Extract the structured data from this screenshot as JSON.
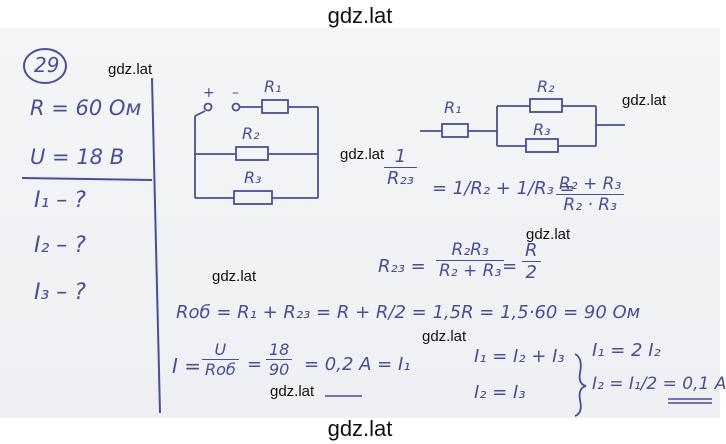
{
  "watermarks": {
    "top": "gdz.lat",
    "bottom": "gdz.lat",
    "small": [
      "gdz.lat",
      "gdz.lat",
      "gdz.lat",
      "gdz.lat",
      "gdz.lat",
      "gdz.lat",
      "gdz.lat"
    ]
  },
  "problem": {
    "number": "29",
    "given": [
      "R = 60 Ом",
      "U = 18 В"
    ],
    "unknowns": [
      "I₁ – ?",
      "I₂ – ?",
      "I₃ – ?"
    ]
  },
  "circuit_left": {
    "terminals": [
      "+",
      "–"
    ],
    "resistors": [
      "R₁",
      "R₂",
      "R₃"
    ]
  },
  "circuit_right": {
    "resistors": [
      "R₁",
      "R₂",
      "R₃"
    ]
  },
  "equations": {
    "eq1_lhs_num": "1",
    "eq1_lhs_den": "R₂₃",
    "eq1_mid": "= 1/R₂ + 1/R₃ =",
    "eq1_rhs_num": "R₂ + R₃",
    "eq1_rhs_den": "R₂ · R₃",
    "eq2_lhs": "R₂₃ =",
    "eq2_f_num": "R₂R₃",
    "eq2_f_den": "R₂ + R₃",
    "eq2_eq": "=",
    "eq2_r_num": "R",
    "eq2_r_den": "2",
    "eq3": "Rоб = R₁ + R₂₃ = R + R/2 = 1,5R = 1,5·60 = 90 Ом",
    "eq4_lhs": "I =",
    "eq4_f1_num": "U",
    "eq4_f1_den": "Rоб",
    "eq4_eq": "=",
    "eq4_f2_num": "18",
    "eq4_f2_den": "90",
    "eq4_rest": "= 0,2 А = I₁",
    "eq5a": "I₁ = I₂ + I₃",
    "eq5b": "I₂ = I₃",
    "eq5c": "I₁ = 2 I₂",
    "eq5d": "I₂ = I₁/2 = 0,1 А"
  }
}
